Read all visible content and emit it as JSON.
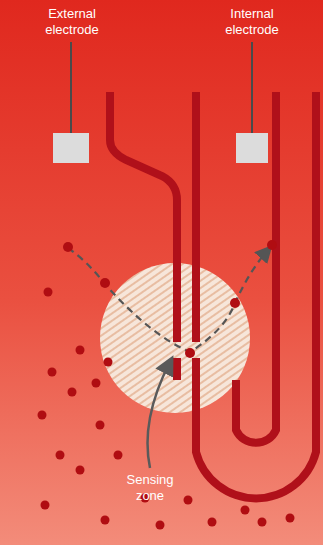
{
  "diagram": {
    "labels": [
      "External electrode",
      "Internal electrode",
      "Sensing zone"
    ]
  }
}
